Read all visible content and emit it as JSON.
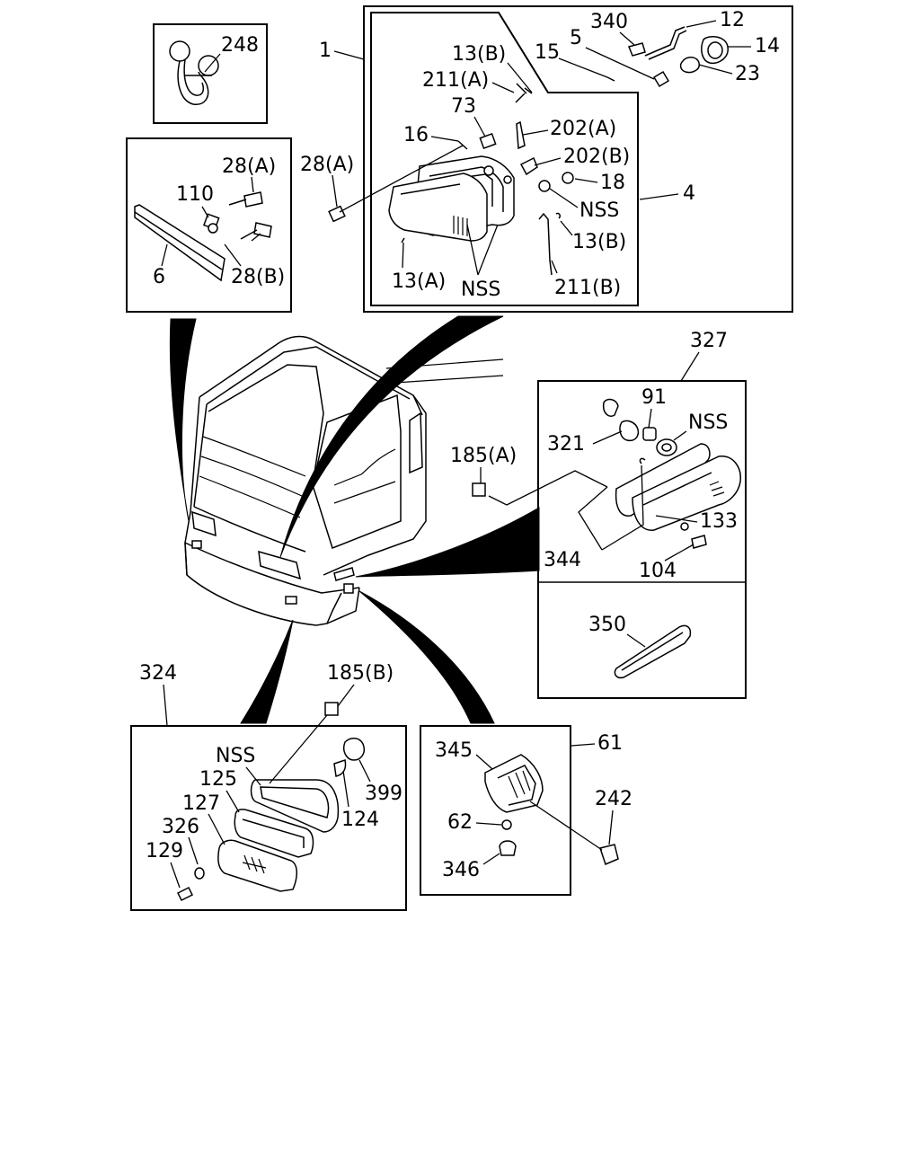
{
  "labels": {
    "l248": "248",
    "l1": "1",
    "l13b_top": "13(B)",
    "l211a": "211(A)",
    "l73": "73",
    "l16": "16",
    "l28a_mid": "28(A)",
    "l202a": "202(A)",
    "l202b": "202(B)",
    "l18": "18",
    "lnss_hl": "NSS",
    "l13b_mid": "13(B)",
    "l4": "4",
    "l13a": "13(A)",
    "lnss_hl2": "NSS",
    "l211b": "211(B)",
    "l340": "340",
    "l12": "12",
    "l5": "5",
    "l15": "15",
    "l14": "14",
    "l23": "23",
    "l28a_box": "28(A)",
    "l110": "110",
    "l6": "6",
    "l28b": "28(B)",
    "l327": "327",
    "l91": "91",
    "lnss_side": "NSS",
    "l321": "321",
    "l185a": "185(A)",
    "l133": "133",
    "l344": "344",
    "l104": "104",
    "l350": "350",
    "l324": "324",
    "l185b": "185(B)",
    "lnss_front": "NSS",
    "l125": "125",
    "l127": "127",
    "l326": "326",
    "l129": "129",
    "l399": "399",
    "l124": "124",
    "l345": "345",
    "l61": "61",
    "l62": "62",
    "l242": "242",
    "l346": "346"
  }
}
